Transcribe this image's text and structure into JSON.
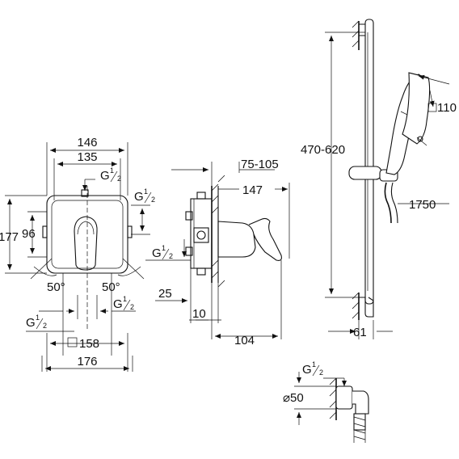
{
  "front_view": {
    "dim_width_outer": "146",
    "dim_width_inner": "135",
    "dim_height_outer": "177",
    "dim_height_inner": "96",
    "dim_angle_left": "50°",
    "dim_angle_right": "50°",
    "dim_square": "158",
    "dim_bottom": "176",
    "thread_g": "G",
    "thread_num": "1",
    "thread_den": "2"
  },
  "side_view": {
    "dim_depth_range": "75-105",
    "dim_depth": "147",
    "dim_offset": "25",
    "dim_wall": "10",
    "dim_projection": "104"
  },
  "shower_rail": {
    "dim_height_range": "470-620",
    "dim_head_size": "110",
    "dim_hose": "1750",
    "dim_wall_distance": "61"
  },
  "elbow": {
    "dim_diameter": "⌀50",
    "thread_g": "G",
    "thread_num": "1",
    "thread_den": "2"
  }
}
